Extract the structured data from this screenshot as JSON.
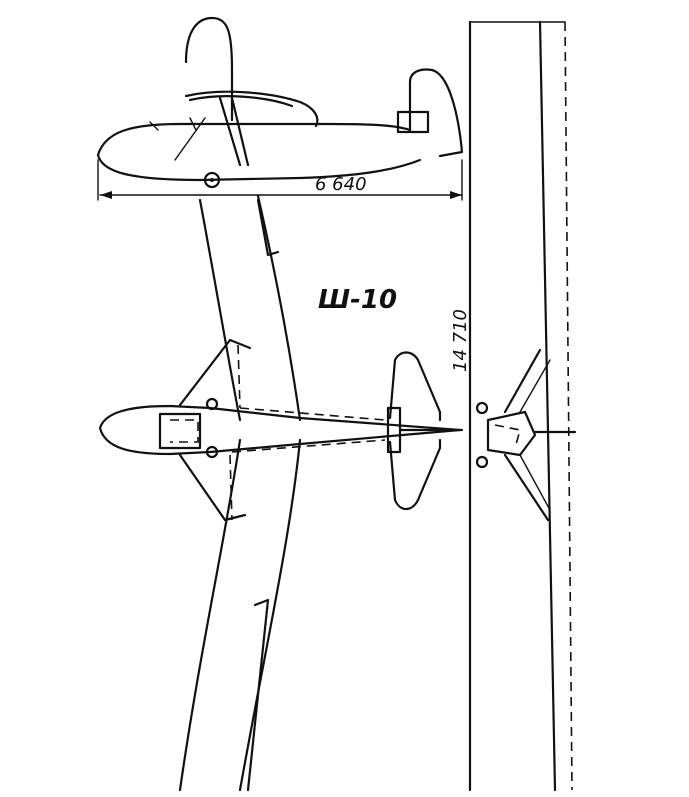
{
  "designation": "Ш-10",
  "dimensions": {
    "length": "6 640",
    "wingspan": "14 710"
  }
}
